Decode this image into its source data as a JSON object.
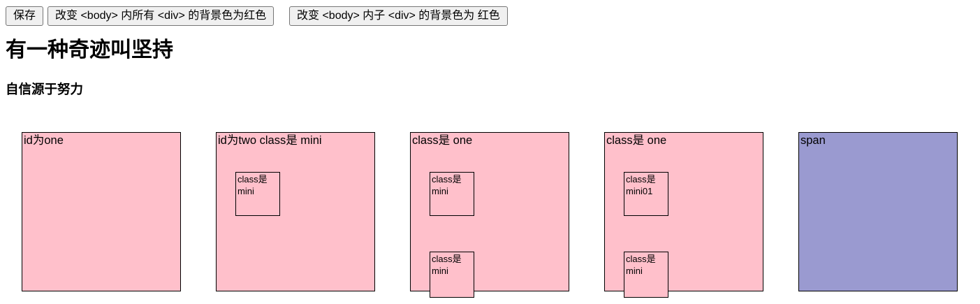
{
  "toolbar": {
    "save_label": "保存",
    "change_all_label": "改变 <body> 内所有 <div> 的背景色为红色",
    "change_child_label": "改变 <body> 内子 <div> 的背景色为 红色"
  },
  "headings": {
    "title": "有一种奇迹叫坚持",
    "subtitle": "自信源于努力"
  },
  "boxes": [
    {
      "label": "id为one",
      "children": []
    },
    {
      "label": "id为two class是 mini",
      "children": [
        {
          "label": "class是 mini"
        }
      ]
    },
    {
      "label": "class是 one",
      "children": [
        {
          "label": "class是 mini"
        },
        {
          "label": "class是 mini"
        }
      ]
    },
    {
      "label": "class是 one",
      "children": [
        {
          "label": "class是 mini01"
        },
        {
          "label": "class是 mini"
        }
      ]
    },
    {
      "label": "span",
      "children": []
    }
  ],
  "colors": {
    "pink": "#ffc0cb",
    "purple": "#9a9ad0",
    "box_border": "#000000",
    "button_bg": "#f0f0f0",
    "button_border": "#767676"
  }
}
